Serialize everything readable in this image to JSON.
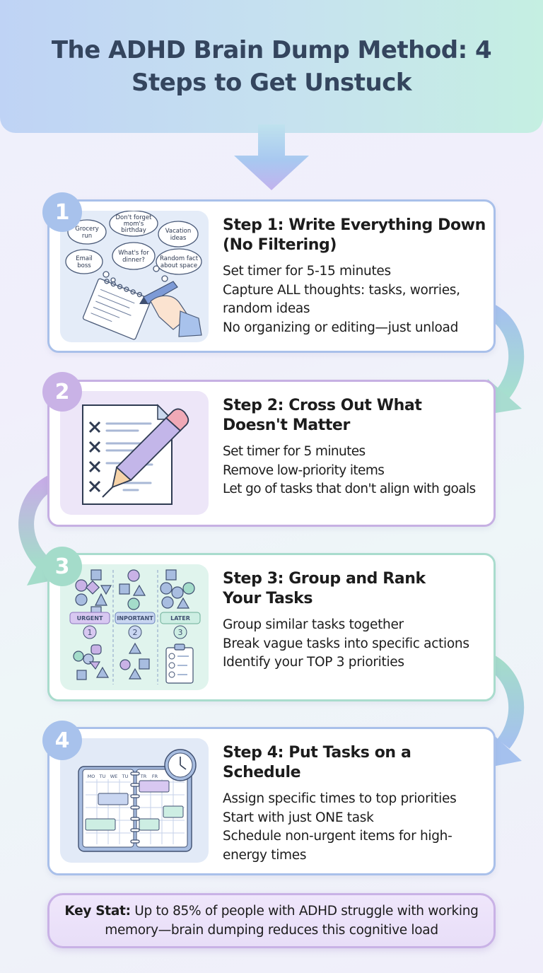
{
  "header": {
    "title": "The ADHD Brain Dump Method: 4 Steps to Get Unstuck"
  },
  "colors": {
    "blue": "#a8c2ec",
    "purple": "#c9b2e6",
    "mint": "#a4dcca",
    "title_text": "#34455e"
  },
  "steps": [
    {
      "number": "1",
      "title": "Step 1: Write Everything Down (No Filtering)",
      "bullets": [
        "Set timer for 5-15 minutes",
        "Capture ALL thoughts: tasks, worries, random ideas",
        "No organizing or editing—just unload"
      ],
      "illustration": {
        "name": "notepad-thought-bubbles",
        "bubbles": [
          "Grocery run",
          "Don't forget mom's birthday",
          "Vacation ideas",
          "Email boss",
          "What's for dinner?",
          "Random fact about space"
        ]
      }
    },
    {
      "number": "2",
      "title": "Step 2: Cross Out What Doesn't Matter",
      "bullets": [
        "Set timer for 5 minutes",
        "Remove low-priority items",
        "Let go of tasks that don't align with goals"
      ],
      "illustration": {
        "name": "crossed-out-list-with-pencil"
      }
    },
    {
      "number": "3",
      "title": "Step 3: Group and Rank Your Tasks",
      "bullets": [
        "Group similar tasks together",
        "Break vague tasks into specific actions",
        "Identify your TOP 3 priorities"
      ],
      "illustration": {
        "name": "grouped-shapes-priorities",
        "labels": [
          "URGENT",
          "INPORTANT",
          "LATER"
        ],
        "ranks": [
          "1",
          "2",
          "3"
        ]
      }
    },
    {
      "number": "4",
      "title": "Step 4: Put Tasks on a Schedule",
      "bullets": [
        "Assign specific times to top priorities",
        "Start with just ONE task",
        "Schedule non-urgent items for high-energy times"
      ],
      "illustration": {
        "name": "planner-calendar-with-clock",
        "days": [
          "MO",
          "TU",
          "WE",
          "TU",
          "TR",
          "FR"
        ]
      }
    }
  ],
  "key_stat": {
    "label": "Key Stat:",
    "text": " Up to 85% of people with ADHD struggle with working memory—brain dumping reduces this cognitive load"
  }
}
